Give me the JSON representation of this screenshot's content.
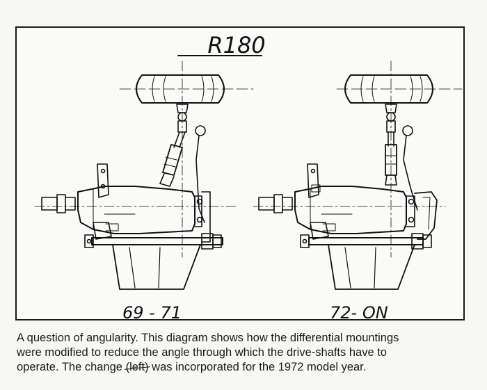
{
  "diagram": {
    "title": "R180",
    "left_label": "69 - 71",
    "right_label": "72- ON"
  },
  "caption": {
    "line1": "A question of angularity. This diagram shows how the differential mountings",
    "line2": "were modified to reduce the angle through which the drive-shafts have to",
    "line3_pre": "operate. The change ",
    "line3_struck": "(left)",
    "line3_post": " was incorporated for the 1972 model year."
  }
}
